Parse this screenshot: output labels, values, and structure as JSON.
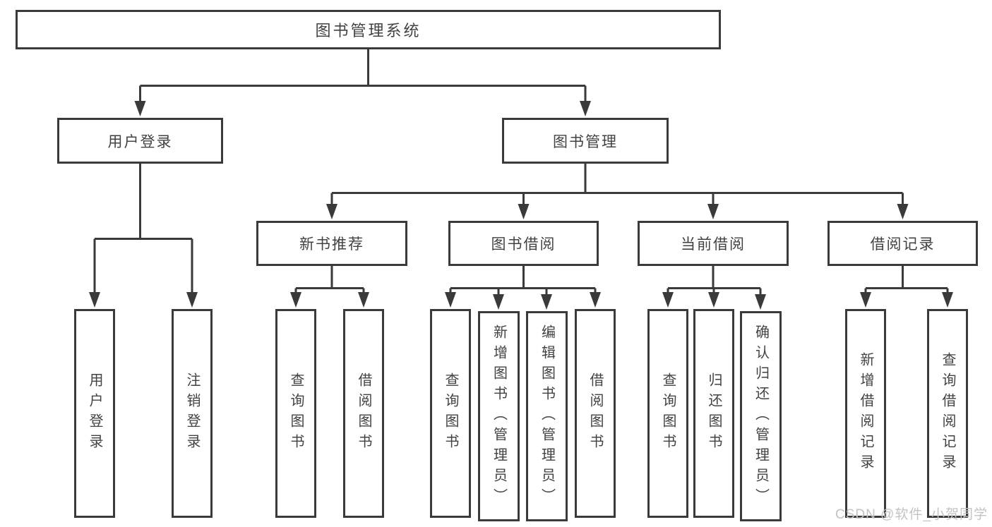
{
  "diagram": {
    "root": "图书管理系统",
    "user_login": {
      "label": "用户登录",
      "children": [
        "用户登录",
        "注销登录"
      ]
    },
    "book_mgmt": {
      "label": "图书管理",
      "sections": [
        {
          "label": "新书推荐",
          "children": [
            "查询图书",
            "借阅图书"
          ]
        },
        {
          "label": "图书借阅",
          "children": [
            "查询图书",
            "新增图书（管理员）",
            "编辑图书（管理员）",
            "借阅图书"
          ]
        },
        {
          "label": "当前借阅",
          "children": [
            "查询图书",
            "归还图书",
            "确认归还（管理员）"
          ]
        },
        {
          "label": "借阅记录",
          "children": [
            "新增借阅记录",
            "查询借阅记录"
          ]
        }
      ]
    }
  },
  "watermark": "CSDN @软件_小贺同学",
  "colors": {
    "line-color": "#3a3a3a",
    "text-color": "#424242",
    "watermark-color": "#c3c3c3",
    "background": "#ffffff"
  }
}
